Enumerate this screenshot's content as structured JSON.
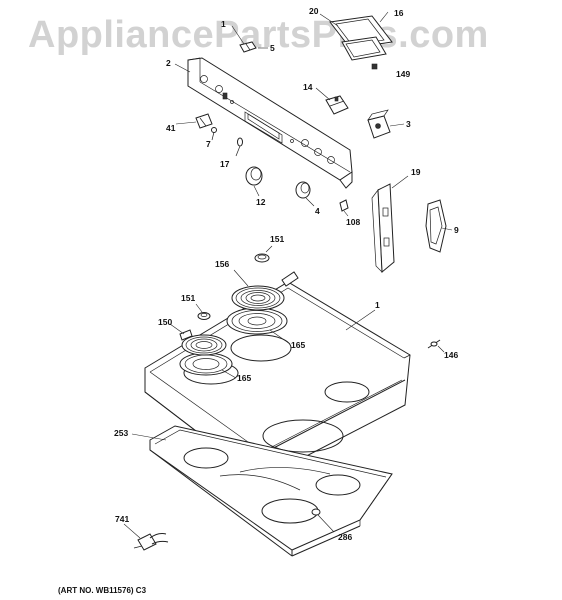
{
  "watermark": "AppliancePartsPros.com",
  "art_number": "(ART NO. WB11576) C3",
  "callouts": {
    "c1a": "1",
    "c1b": "1",
    "c2": "2",
    "c3": "3",
    "c4": "4",
    "c5": "5",
    "c7": "7",
    "c9": "9",
    "c12": "12",
    "c14": "14",
    "c16": "16",
    "c17": "17",
    "c19": "19",
    "c20": "20",
    "c41": "41",
    "c108": "108",
    "c146": "146",
    "c149": "149",
    "c150": "150",
    "c151a": "151",
    "c151b": "151",
    "c156": "156",
    "c165a": "165",
    "c165b": "165",
    "c253": "253",
    "c286": "286",
    "c741": "741"
  }
}
